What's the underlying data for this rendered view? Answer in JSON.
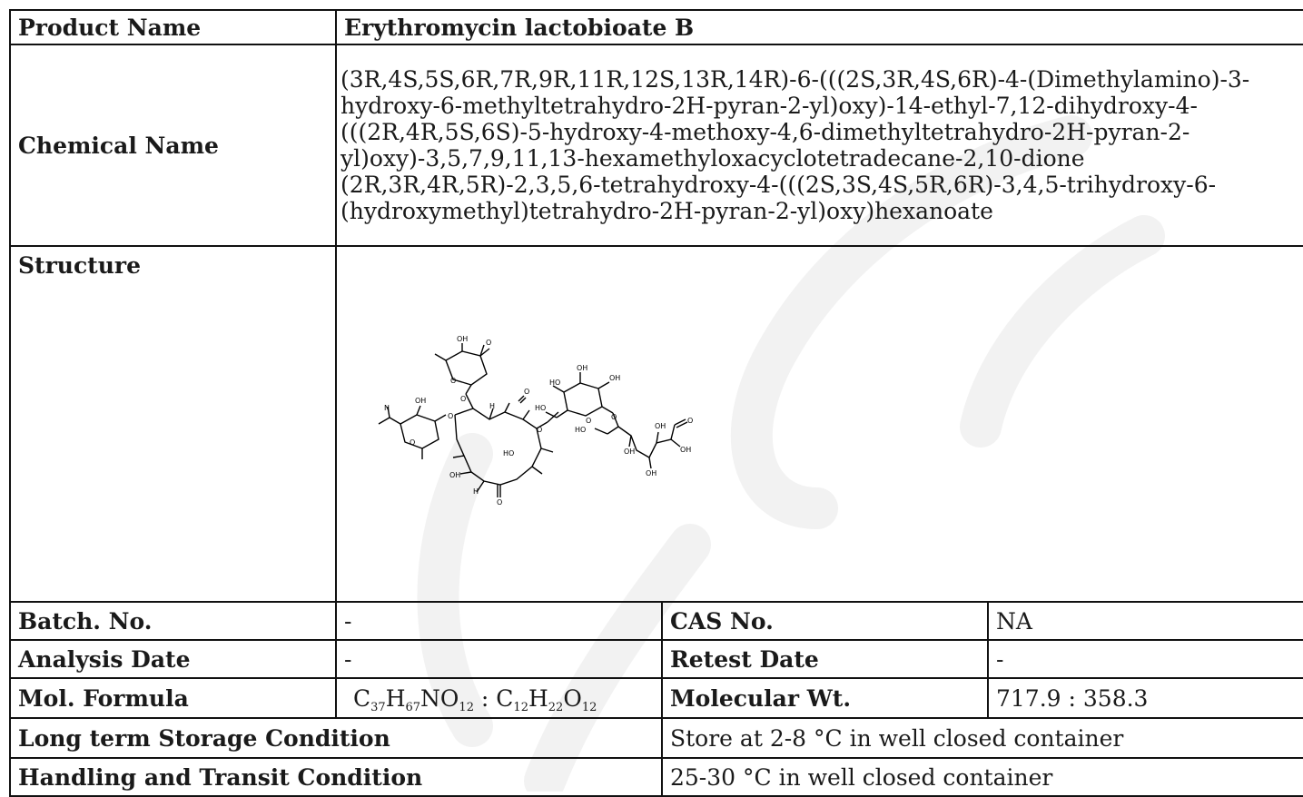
{
  "product": {
    "label": "Product Name",
    "value": "Erythromycin lactobioate B"
  },
  "chemical_name": {
    "label": "Chemical Name",
    "lines": [
      "(3R,4S,5S,6R,7R,9R,11R,12S,13R,14R)-6-(((2S,3R,4S,6R)-4-(Dimethylamino)-3-",
      "hydroxy-6-methyltetrahydro-2H-pyran-2-yl)oxy)-14-ethyl-7,12-dihydroxy-4-",
      "(((2R,4R,5S,6S)-5-hydroxy-4-methoxy-4,6-dimethyltetrahydro-2H-pyran-2-",
      "yl)oxy)-3,5,7,9,11,13-hexamethyloxacyclotetradecane-2,10-dione",
      "(2R,3R,4R,5R)-2,3,5,6-tetrahydroxy-4-(((2S,3S,4S,5R,6R)-3,4,5-trihydroxy-6-",
      "(hydroxymethyl)tetrahydro-2H-pyran-2-yl)oxy)hexanoate"
    ]
  },
  "structure": {
    "label": "Structure",
    "atom_labels": {
      "oh": "OH",
      "o": "O",
      "n": "N",
      "h": "H",
      "ho": "HO"
    }
  },
  "batch": {
    "label": "Batch. No.",
    "value": "-"
  },
  "cas": {
    "label": "CAS No.",
    "value": "NA"
  },
  "analysis_date": {
    "label": "Analysis Date",
    "value": "-"
  },
  "retest_date": {
    "label": "Retest Date",
    "value": "-"
  },
  "mol_formula": {
    "label": "Mol. Formula",
    "parts": [
      {
        "t": "C"
      },
      {
        "s": "37"
      },
      {
        "t": "H"
      },
      {
        "s": "67"
      },
      {
        "t": "NO"
      },
      {
        "s": "12"
      },
      {
        "t": " : C"
      },
      {
        "s": "12"
      },
      {
        "t": "H"
      },
      {
        "s": "22"
      },
      {
        "t": "O"
      },
      {
        "s": "12"
      }
    ]
  },
  "mol_wt": {
    "label": "Molecular Wt.",
    "value": "717.9 : 358.3"
  },
  "storage": {
    "label": "Long term Storage Condition",
    "value": "Store at 2-8 °C in well closed container"
  },
  "handling": {
    "label": "Handling and Transit Condition",
    "value": "25-30 °C in well closed container"
  },
  "colors": {
    "border": "#111111",
    "text": "#1a1a1a",
    "watermark": "#f2f2f2"
  }
}
